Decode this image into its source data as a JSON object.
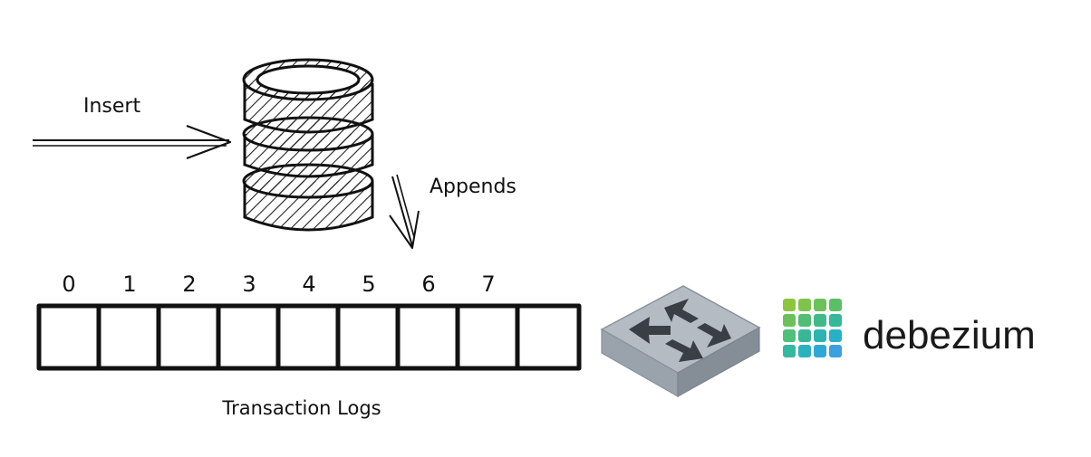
{
  "labels": {
    "insert": "Insert",
    "appends": "Appends",
    "transaction_logs": "Transaction Logs"
  },
  "log_indices": [
    "0",
    "1",
    "2",
    "3",
    "4",
    "5",
    "6",
    "7"
  ],
  "brand": {
    "name": "debezium",
    "icon": "debezium-logo-icon",
    "colors": [
      "#8cc63f",
      "#4fc07a",
      "#26b3c9",
      "#3b9fe0"
    ]
  },
  "icons": {
    "database": "database-cylinder-icon",
    "switch": "network-switch-icon"
  },
  "colors": {
    "ink": "#111111",
    "switch_top": "#aeb5be",
    "switch_side": "#8c949e",
    "switch_arrows": "#3a3f45"
  }
}
